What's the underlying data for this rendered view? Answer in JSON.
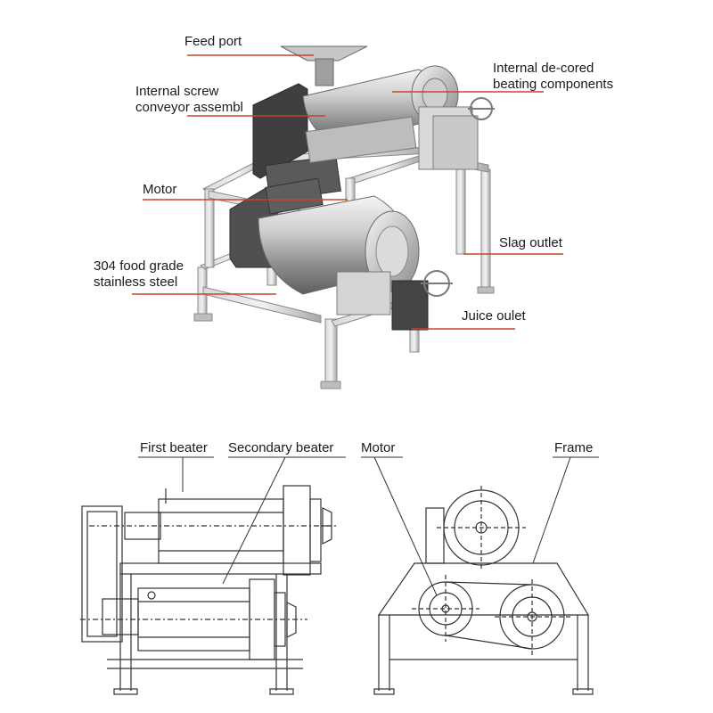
{
  "photo_labels": {
    "feed_port": "Feed port",
    "internal_screw_line1": "Internal screw",
    "internal_screw_line2": "conveyor assembl",
    "internal_decored_line1": "Internal de-cored",
    "internal_decored_line2": "beating components",
    "motor": "Motor",
    "slag_outlet": "Slag outlet",
    "steel_line1": "304 food grade",
    "steel_line2": "stainless steel",
    "juice_outlet": "Juice oulet"
  },
  "drawing_labels": {
    "first_beater": "First beater",
    "secondary_beater": "Secondary beater",
    "motor": "Motor",
    "frame": "Frame"
  },
  "colors": {
    "leader_line": "#c8432b",
    "steel_light": "#e9e9e9",
    "steel_mid": "#b8b8b8",
    "steel_dark": "#6e6e6e",
    "belt_dark": "#4a4a4a",
    "drawing_stroke": "#333333"
  }
}
